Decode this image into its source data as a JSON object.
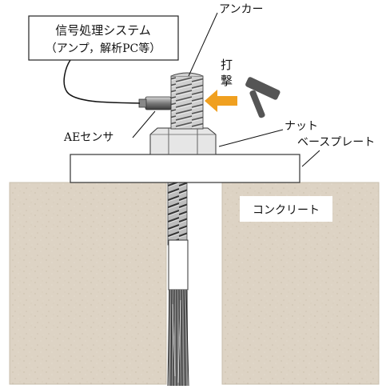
{
  "labels": {
    "system_line1": "信号処理システム",
    "system_line2": "（アンプ，解析PC等）",
    "anchor": "アンカー",
    "hammer_char1": "打",
    "hammer_char2": "撃",
    "ae_sensor": "AEセンサ",
    "nut": "ナット",
    "base_plate": "ベースプレート",
    "concrete": "コンクリート"
  },
  "colors": {
    "concrete": "#ddd3c4",
    "arrow": "#f0a020",
    "hammer": "#555555"
  }
}
